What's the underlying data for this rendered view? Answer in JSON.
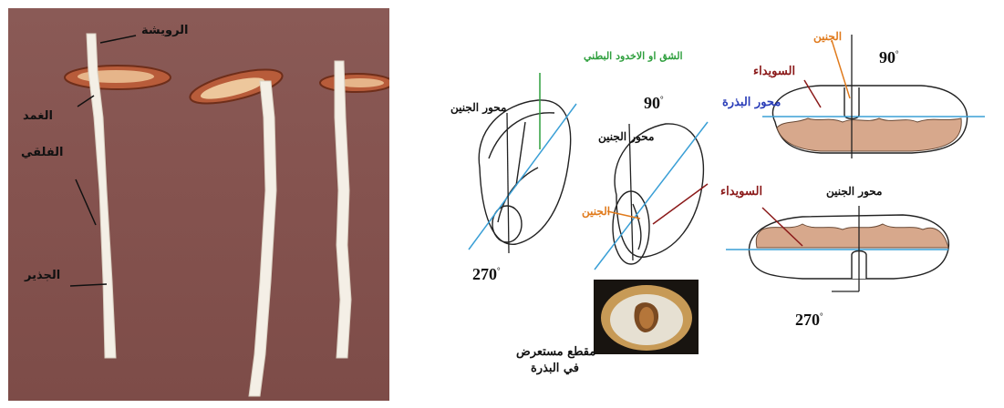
{
  "photo": {
    "label_plumule": "الرويشة",
    "label_coleoptile": "الغمد",
    "label_cotyledon": "الفلقي",
    "label_radicle": "الجذير"
  },
  "diagram": {
    "ventral_groove": "الشق او الاخدود البطني",
    "embryo_axis_left": "محور الجنين",
    "embryo_axis_middle": "محور الجنين",
    "seed_axis": "محور البذرة",
    "embryo_top": "الجنين",
    "embryo_middle": "الجنين",
    "endosperm_top": "السويداء",
    "endosperm_bottom": "السويداء",
    "embryo_axis_right": "محور الجنين",
    "angle_90_middle": "90",
    "angle_90_top": "90",
    "angle_270_left": "270",
    "angle_270_bottom": "270",
    "degree_sign": "°",
    "cross_section_line1": "مقطع مستعرض",
    "cross_section_line2": "في البذرة"
  },
  "colors": {
    "photo_background": "#85534f",
    "seedling_root": "#f4efe6",
    "grain": "#b85c3a",
    "endosperm_fill": "#d7a88c",
    "green_label": "#2e9f3d",
    "orange_label": "#e07a1c",
    "maroon_label": "#8b1a1a",
    "blue_label": "#2a3db8",
    "axis_line": "#3a9fd6"
  }
}
